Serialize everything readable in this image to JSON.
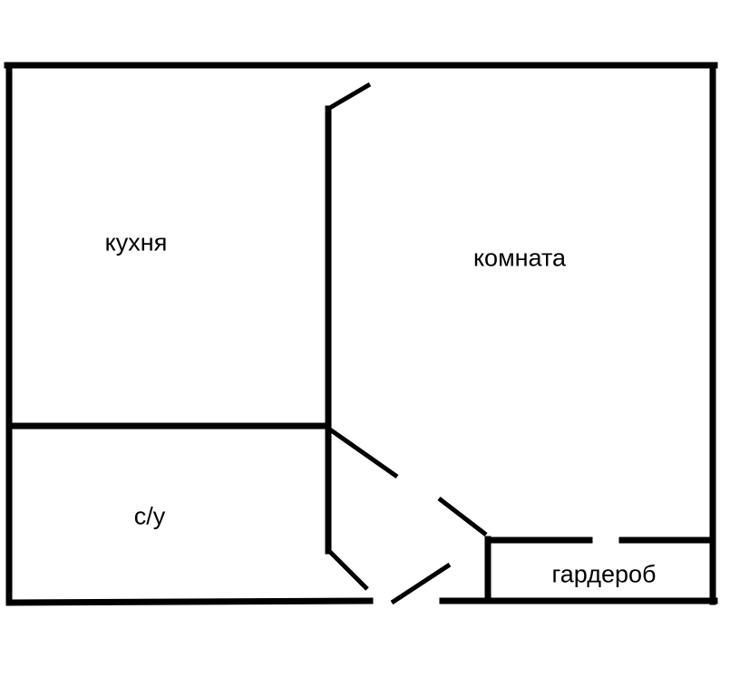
{
  "plan": {
    "rooms": [
      {
        "id": "kitchen",
        "label": "кухня"
      },
      {
        "id": "room",
        "label": "комната"
      },
      {
        "id": "bathroom",
        "label": "с/у"
      },
      {
        "id": "wardrobe",
        "label": "гардероб"
      }
    ],
    "wall_color": "#000000",
    "background": "#ffffff"
  }
}
